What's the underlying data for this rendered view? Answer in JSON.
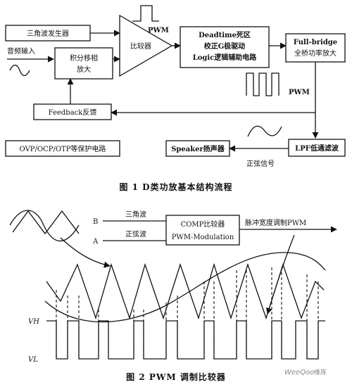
{
  "fig1": {
    "triangle_gen": "三角波发生器",
    "audio_input": "音频输入",
    "integrator": [
      "积分移相",
      "放大"
    ],
    "comparator": "比较器",
    "pwm_top": "PWM",
    "deadtime": [
      "Deadtime死区",
      "校正G极驱动",
      "Logic逻辑辅助电路"
    ],
    "fullbridge": [
      "Full-bridge",
      "全桥功率放大"
    ],
    "pwm_mid": "PWM",
    "feedback": "Feedback反馈",
    "protection": "OVP/OCP/OTP等保护电路",
    "speaker": "Speaker扬声器",
    "sine_label": "正弦信号",
    "lpf": "LPF低通滤波",
    "caption": "图 1    D类功放基本结构流程"
  },
  "fig2": {
    "label_b": "B",
    "label_a": "A",
    "triangle_wave": "三角波",
    "sine_wave": "正弦波",
    "comp": [
      "COMP比较器",
      "PWM-Modulation"
    ],
    "pwm_out": "脉冲宽度调制PWM",
    "vh": "VH",
    "vl": "VL",
    "caption": "图 2    PWM 调制比较器"
  },
  "watermark": {
    "brand": "WeeQoo",
    "cn": "维库"
  }
}
